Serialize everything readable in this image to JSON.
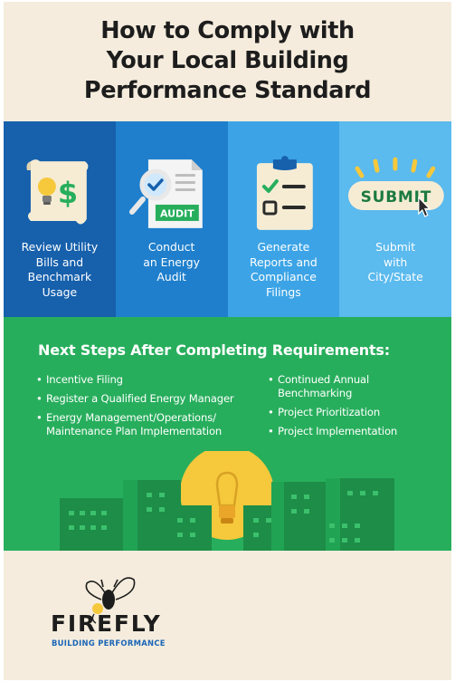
{
  "title": {
    "line1": "How to Comply with",
    "line2": "Your Local Building",
    "line3": "Performance Standard"
  },
  "colors": {
    "background": "#f5ecdd",
    "step1": "#1660ac",
    "step2": "#1f7fcc",
    "step3": "#3ca4e6",
    "step4": "#5bbaee",
    "green": "#27ae5c",
    "bulb": "#f6c83c"
  },
  "steps": [
    {
      "icon": "utility-bill-icon",
      "lines": [
        "Review Utility",
        "Bills and",
        "Benchmark",
        "Usage"
      ]
    },
    {
      "icon": "audit-document-icon",
      "badge": "AUDIT",
      "lines": [
        "Conduct",
        "an Energy",
        "Audit"
      ]
    },
    {
      "icon": "checklist-clipboard-icon",
      "lines": [
        "Generate",
        "Reports and",
        "Compliance",
        "Filings"
      ]
    },
    {
      "icon": "submit-button-icon",
      "badge": "SUBMIT",
      "lines": [
        "Submit",
        "with",
        "City/State"
      ]
    }
  ],
  "next_steps": {
    "heading": "Next Steps After Completing Requirements:",
    "left": [
      "Incentive Filing",
      "Register a Qualified Energy Manager",
      "Energy Management/Operations/\nMaintenance Plan Implementation"
    ],
    "right": [
      "Continued Annual\nBenchmarking",
      "Project Prioritization",
      "Project Implementation"
    ]
  },
  "logo": {
    "name": "FIREFLY",
    "tagline": "BUILDING PERFORMANCE"
  }
}
